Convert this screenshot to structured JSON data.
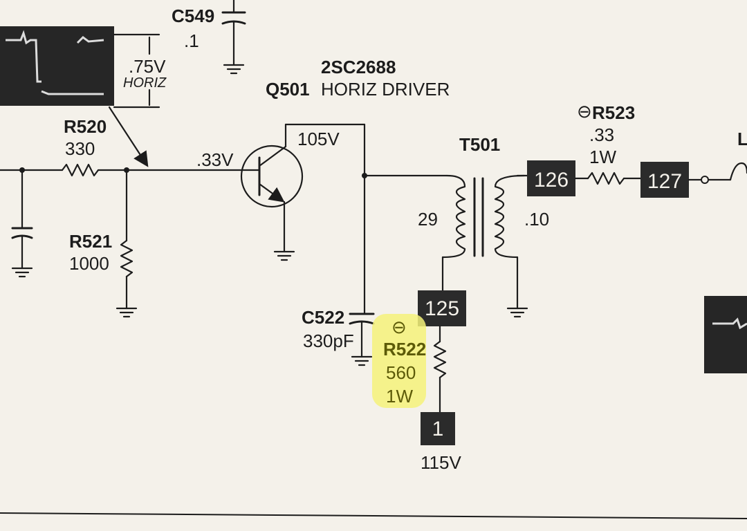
{
  "colors": {
    "ink": "#1c1c1c",
    "paper": "#f4f1ea",
    "box_fill": "#2b2b2b",
    "highlight": "#f5f27a"
  },
  "scope_trace": {
    "amplitude": ".75V",
    "mode": "HORIZ"
  },
  "components": {
    "c549": {
      "ref": "C549",
      "value": ".1"
    },
    "q501": {
      "ref": "Q501",
      "part": "2SC2688",
      "function": "HORIZ DRIVER"
    },
    "r520": {
      "ref": "R520",
      "value": "330"
    },
    "r521": {
      "ref": "R521",
      "value": "1000"
    },
    "c522": {
      "ref": "C522",
      "value": "330pF"
    },
    "r522": {
      "mark": "⊖",
      "ref": "R522",
      "value": "560",
      "power": "1W"
    },
    "r523": {
      "mark": "⊖",
      "ref": "R523",
      "value": ".33",
      "power": "1W"
    },
    "t501": {
      "ref": "T501",
      "primary_resistance": "29",
      "secondary_resistance": ".10"
    },
    "l_partial": {
      "ref": "L"
    }
  },
  "voltages": {
    "base": ".33V",
    "collector": "105V",
    "supply": "115V"
  },
  "test_points": [
    "125",
    "126",
    "127",
    "1"
  ]
}
